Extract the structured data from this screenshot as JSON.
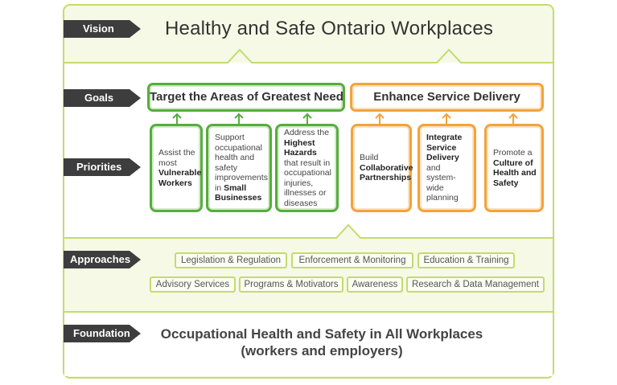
{
  "vision": {
    "label": "Vision",
    "title": "Healthy and Safe Ontario Workplaces"
  },
  "goals": {
    "label": "Goals",
    "green": "Target the Areas of Greatest Need",
    "orange": "Enhance Service Delivery"
  },
  "priorities": {
    "label": "Priorities",
    "items": [
      {
        "pre": "Assist the most ",
        "bold": "Vulnerable Workers",
        "post": ""
      },
      {
        "pre": "Support occupational health and safety improvements in ",
        "bold": "Small Businesses",
        "post": ""
      },
      {
        "pre": "Address the ",
        "bold": "Highest Hazards",
        "post": " that result in occupational injuries, illnesses or diseases"
      },
      {
        "pre": "Build ",
        "bold": "Collaborative Partnerships",
        "post": ""
      },
      {
        "pre": "",
        "bold": "Integrate Service Delivery",
        "post": " and system-wide planning"
      },
      {
        "pre": "Promote a ",
        "bold": "Culture of Health and Safety",
        "post": ""
      }
    ]
  },
  "approaches": {
    "label": "Approaches",
    "row1": [
      "Legislation & Regulation",
      "Enforcement & Monitoring",
      "Education & Training"
    ],
    "row2": [
      "Advisory Services",
      "Programs & Motivators",
      "Awareness",
      "Research & Data Management"
    ]
  },
  "foundation": {
    "label": "Foundation",
    "line1": "Occupational Health and Safety in All Workplaces",
    "line2": "(workers and employers)"
  },
  "colors": {
    "green": "#56ad3e",
    "orange": "#f3a33a",
    "frame": "#c2dc6e",
    "band": "#f6f9e6",
    "tag": "#3d3d3d"
  }
}
